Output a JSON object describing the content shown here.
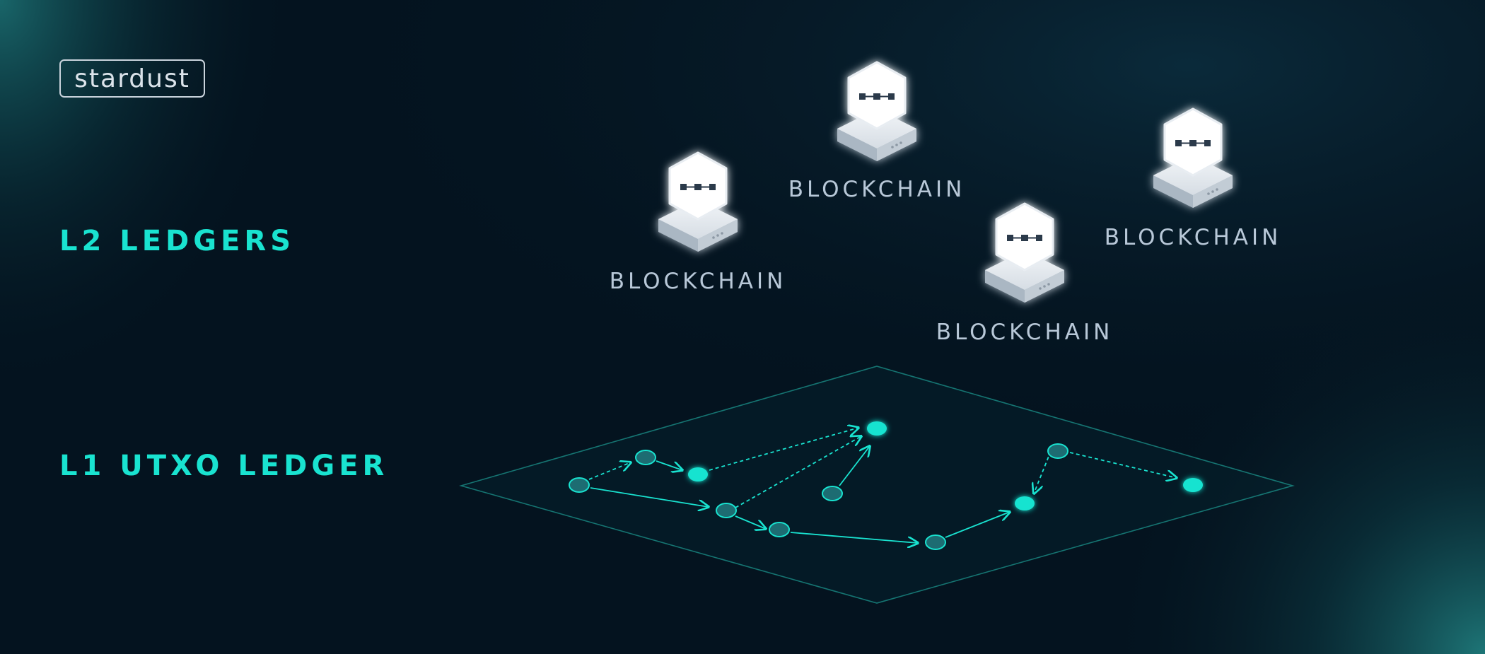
{
  "logo": {
    "text": "stardust"
  },
  "layers": {
    "l2": "L2 LEDGERS",
    "l1": "L1 UTXO LEDGER"
  },
  "blockchains": [
    {
      "label": "BLOCKCHAIN"
    },
    {
      "label": "BLOCKCHAIN"
    },
    {
      "label": "BLOCKCHAIN"
    },
    {
      "label": "BLOCKCHAIN"
    }
  ],
  "colors": {
    "background": "#04131f",
    "accent": "#19e3d0",
    "node_fill": "#1d6c72",
    "label_text": "#b8c8d8"
  },
  "icons": [
    "blockchain-server-icon"
  ]
}
